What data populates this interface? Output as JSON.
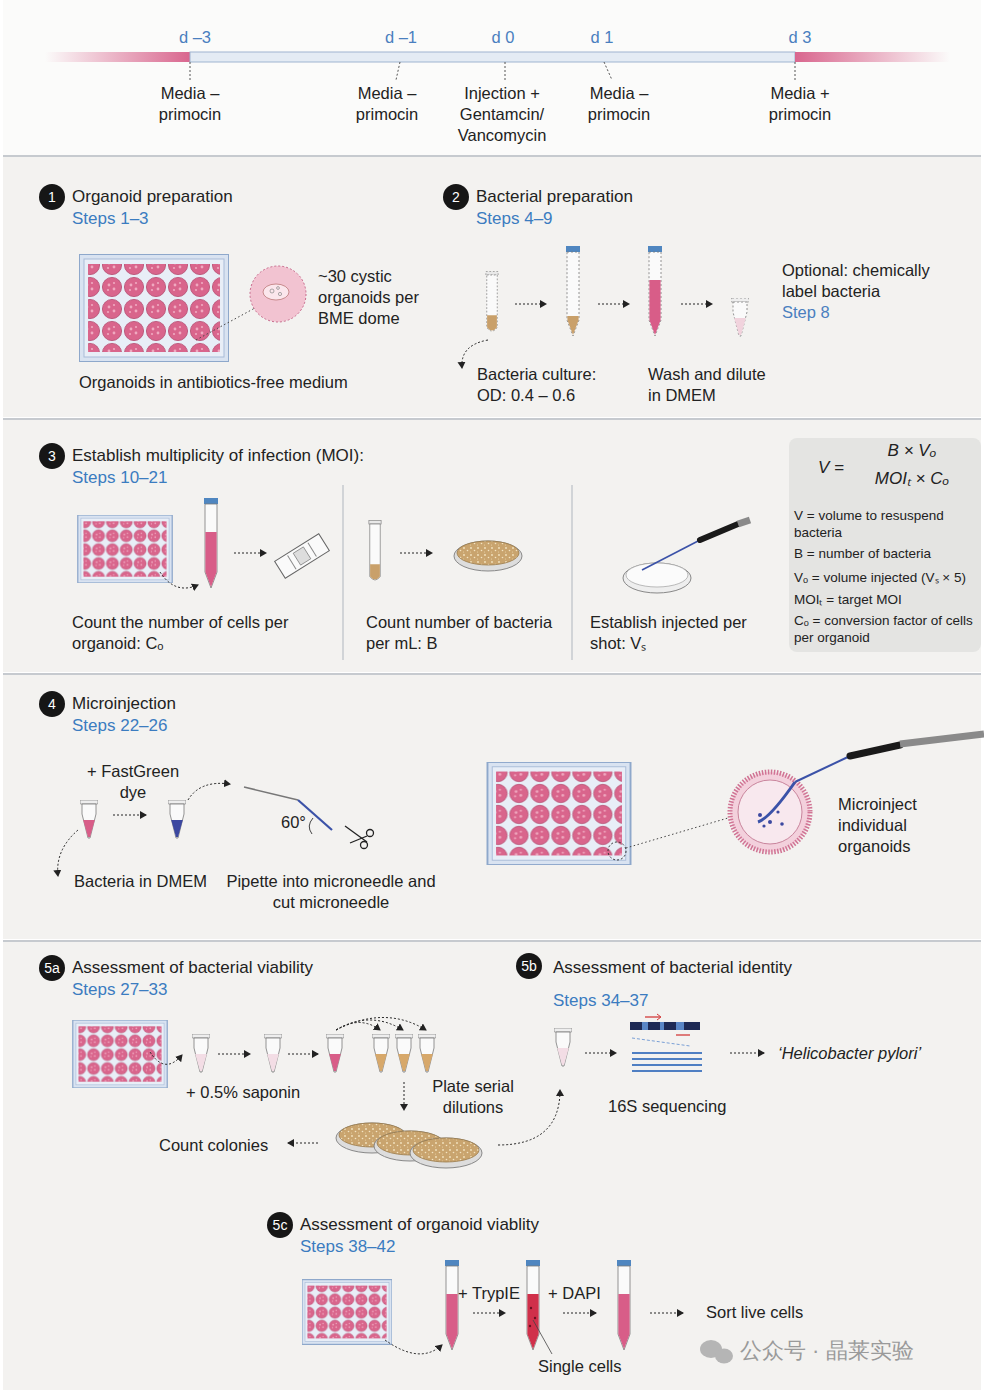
{
  "diagram": {
    "nodes": [
      {
        "text": [
          "Organoid preparation",
          "Steps 1–3"
        ]
      },
      {
        "text": [
          "1"
        ],
        "in": 0
      },
      {
        "text": [
          "Bacterial preparation",
          "Steps 4–9"
        ]
      },
      {
        "text": [
          "2"
        ],
        "in": 2
      },
      {
        "text": [
          "Establish multiplicity of infection (MOI):",
          "Steps 10–21"
        ]
      },
      {
        "text": [
          "3"
        ],
        "in": 4
      },
      {
        "text": [
          "V =",
          "B × Vₒ",
          "MOIₜ × Cₒ",
          "V = volume to resuspend bacteria",
          "B = number of bacteria",
          "Vₒ = volume injected (Vₛ × 5)",
          "MOIₜ = target MOI",
          "Cₒ = conversion factor of cells per organoid"
        ],
        "in": 4
      },
      {
        "text": [
          "Microinjection",
          "Steps 22–26"
        ]
      },
      {
        "text": [
          "4"
        ],
        "in": 7
      },
      {
        "text": [
          "Assessment of bacterial viability",
          "Steps 27–33"
        ]
      },
      {
        "text": [
          "5a"
        ],
        "in": 9
      },
      {
        "text": [
          "Assessment of bacterial identity",
          "Steps 34–37"
        ]
      },
      {
        "text": [
          "5b"
        ],
        "in": 11
      },
      {
        "text": [
          "Assessment of organoid viablity",
          "Steps 38–42"
        ]
      },
      {
        "text": [
          "5c"
        ],
        "in": 13
      }
    ],
    "labels": [
      "d –3",
      "d –1",
      "d 0",
      "d 1",
      "d 3",
      "Media – primocin",
      "Media – primocin",
      "Injection + Gentamcin/ Vancomycin",
      "Media – primocin",
      "Media + primocin",
      "~30 cystic organoids per BME dome",
      "Organoids in antibiotics-free medium",
      "Bacteria culture: OD: 0.4 – 0.6",
      "Wash and dilute in DMEM",
      "Optional: chemically label bacteria",
      "Step 8",
      "Count the number of cells per organoid: Cₒ",
      "Count number of bacteria per mL: B",
      "Establish injected per shot: Vₛ",
      "+ FastGreen dye",
      "Bacteria in DMEM",
      "60°",
      "Pipette into microneedle and cut microneedle",
      "Microinject individual organoids",
      "+ 0.5% saponin",
      "Plate serial dilutions",
      "Count colonies",
      "16S sequencing",
      "‘Helicobacter pylori’",
      "+ TrypIE",
      "+ DAPI",
      "Single cells",
      "Sort live cells",
      "公众号 · 晶莱实验"
    ]
  }
}
